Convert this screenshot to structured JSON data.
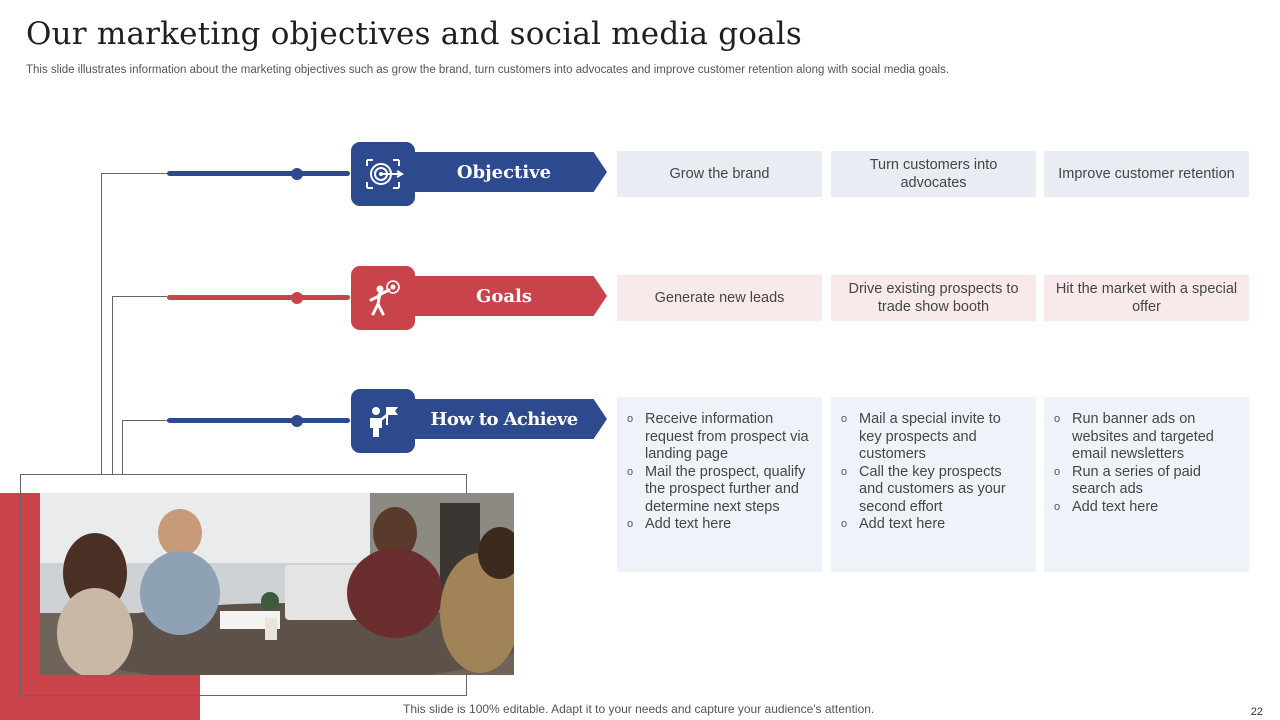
{
  "header": {
    "title": "Our marketing objectives and social media goals",
    "subtitle": "This slide illustrates information about the marketing objectives such as grow the brand, turn customers into advocates and improve customer retention along with social media goals."
  },
  "colors": {
    "navy": "#2e4a8f",
    "red": "#c9444a",
    "blue_cell": "#e8ecf3",
    "pink_cell": "#f8eaeb",
    "bullet_cell": "#eef3f9"
  },
  "rows": [
    {
      "label": "Objective",
      "icon": "target-icon",
      "color": "#2e4a8f",
      "items": [
        "Grow the brand",
        "Turn customers into advocates",
        "Improve customer retention"
      ]
    },
    {
      "label": "Goals",
      "icon": "achiever-goal-icon",
      "color": "#c9444a",
      "items": [
        "Generate new leads",
        "Drive existing prospects to trade show booth",
        "Hit the market with a special offer"
      ]
    },
    {
      "label": "How to Achieve",
      "icon": "person-flag-icon",
      "color": "#2e4a8f",
      "columns": [
        [
          "Receive information request from prospect via landing page",
          "Mail the prospect, qualify the prospect further and determine next steps",
          "Add text here"
        ],
        [
          "Mail a special invite to key prospects and customers",
          "Call the key prospects and customers as your second effort",
          "Add text here"
        ],
        [
          "Run banner ads on websites and targeted email newsletters",
          "Run a series of paid search ads",
          "Add text here"
        ]
      ]
    }
  ],
  "footer": {
    "note": "This slide is 100% editable. Adapt it to your needs and capture your audience's attention.",
    "page": "22"
  }
}
